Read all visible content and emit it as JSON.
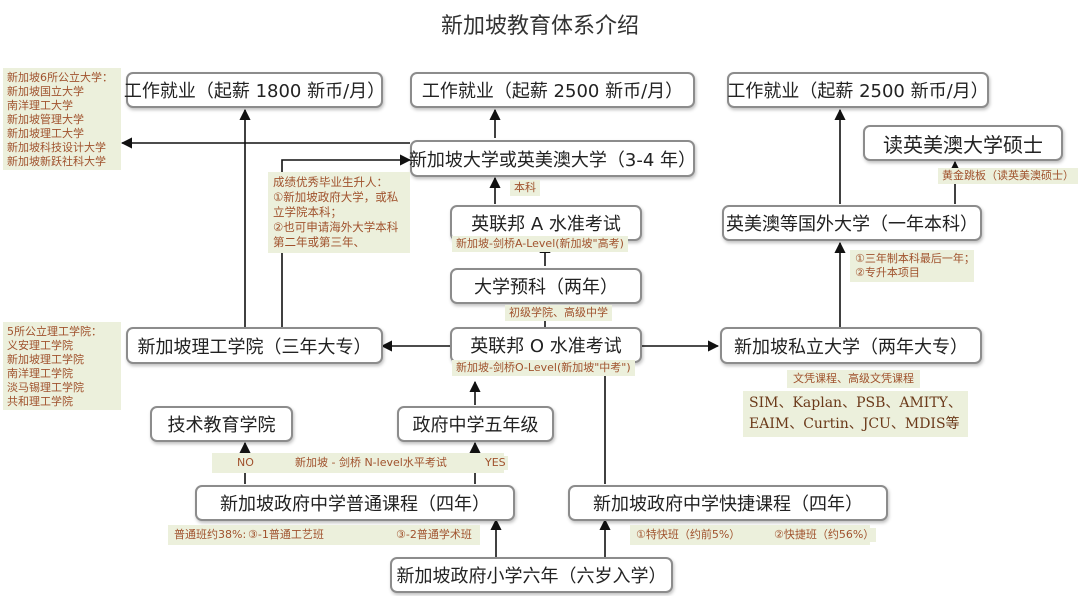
{
  "title": "新加坡教育体系介绍",
  "boxes": {
    "job_1800": "工作就业（起薪 1800 新币/月）",
    "job_2500_mid": "工作就业（起薪 2500 新币/月）",
    "job_2500_right": "工作就业（起薪 2500 新币/月）",
    "master": "读英美澳大学硕士",
    "university": "新加坡大学或英美澳大学（3-4 年）",
    "a_level": "英联邦 A 水准考试",
    "overseas": "英美澳等国外大学（一年本科）",
    "pre_u": "大学预科（两年）",
    "poly": "新加坡理工学院（三年大专）",
    "o_level": "英联邦 O 水准考试",
    "private_uni": "新加坡私立大学（两年大专）",
    "ite": "技术教育学院",
    "gov_5": "政府中学五年级",
    "normal": "新加坡政府中学普通课程（四年）",
    "express": "新加坡政府中学快捷课程（四年）",
    "primary": "新加坡政府小学六年（六岁入学）"
  },
  "notes": {
    "public_unis": [
      "新加坡6所公立大学：",
      "新加坡国立大学",
      "南洋理工大学",
      "新加坡管理大学",
      "新加坡理工大学",
      "新加坡科技设计大学",
      "新加坡新跃社科大学"
    ],
    "poly_list": [
      "5所公立理工学院：",
      "义安理工学院",
      "新加坡理工学院",
      "南洋理工学院",
      "淡马锡理工学院",
      "共和理工学院"
    ],
    "grad": [
      "成绩优秀毕业生升人：",
      "①新加坡政府大学，或私",
      "立学院本科；",
      "②也可申请海外大学本科",
      "第二年或第三年、"
    ],
    "bachelor": "本科",
    "a_level_exam": "新加坡-剑桥A-Level(新加坡\"高考)",
    "junior_college": "初级学院、高级中学",
    "o_level_exam": "新加坡-剑桥O-Level(新加坡\"中考\")",
    "springboard": "黄金跳板（读英美澳硕士）",
    "overseas_note": [
      "①三年制本科最后一年；",
      "②专升本项目"
    ],
    "diploma": "文凭课程、高级文凭课程",
    "private_list": [
      "SIM、Kaplan、PSB、AMITY、",
      "EAIM、Curtin、JCU、MDIS等"
    ],
    "n_level": "新加坡 - 剑桥 N-level水平考试",
    "no": "NO",
    "yes": "YES",
    "normal_pct": "普通班约38%:",
    "normal_tech": "③-1普通工艺班",
    "normal_acad": "③-2普通学术班",
    "special": "①特快班（约前5%）",
    "express_pct": "②快捷班（约56%）"
  },
  "colors": {
    "line": "#111111",
    "note_bg": "#ecf0dc",
    "note_text": "#a0522d",
    "box_border": "#8c8c8c"
  }
}
